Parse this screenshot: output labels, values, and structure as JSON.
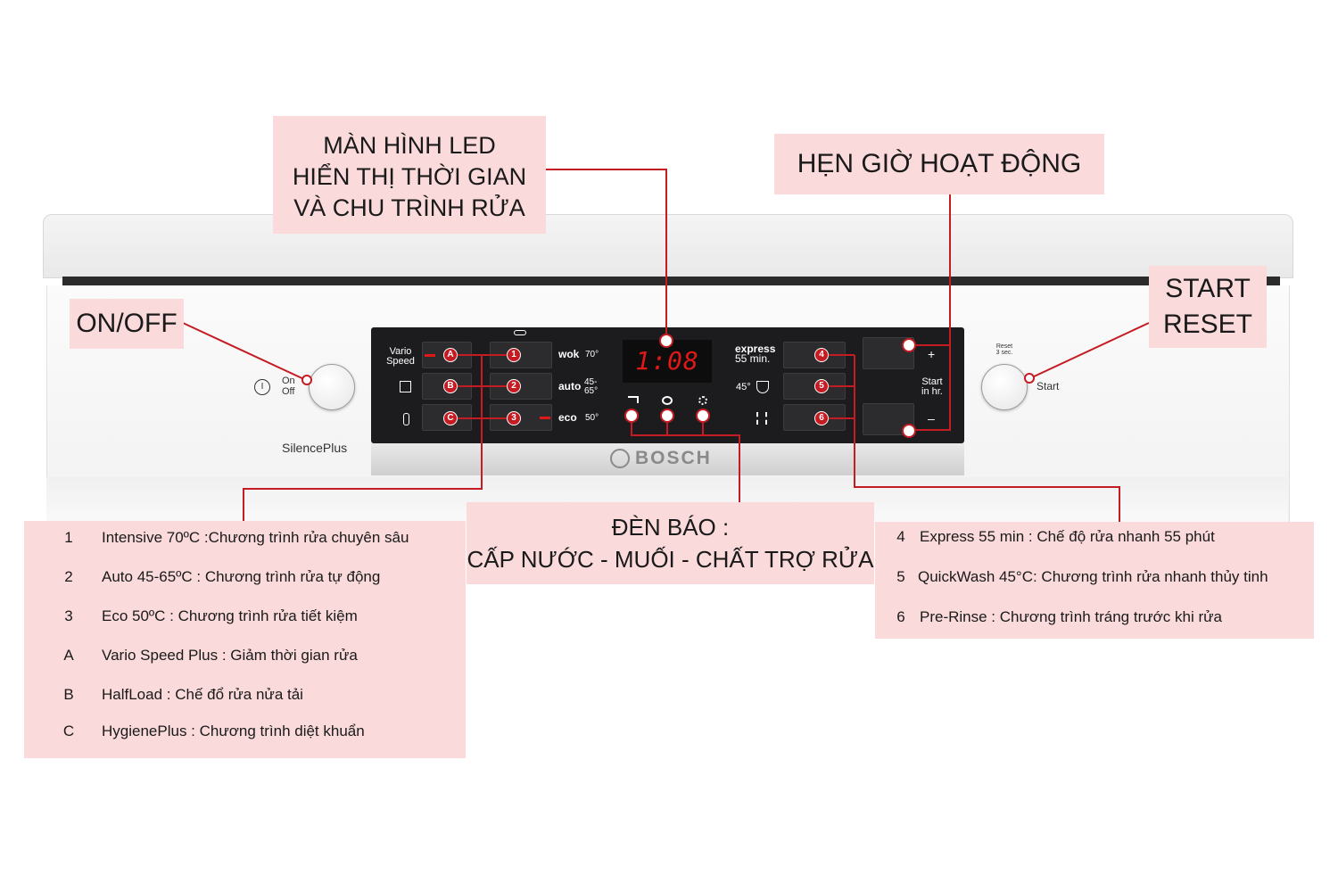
{
  "callouts": {
    "led_display": [
      "MÀN HÌNH LED",
      "HIỂN THỊ THỜI GIAN",
      "VÀ CHU TRÌNH RỬA"
    ],
    "timer": "HẸN GIỜ HOẠT ĐỘNG",
    "on_off": "ON/OFF",
    "start_reset": [
      "START",
      "RESET"
    ],
    "indicators": [
      "ĐÈN BÁO :",
      "CẤP NƯỚC - MUỐI - CHẤT TRỢ RỬA"
    ]
  },
  "left_legend": [
    {
      "key": "1",
      "text": "Intensive 70ºC :Chương trình rửa chuyên sâu"
    },
    {
      "key": "2",
      "text": "Auto 45-65ºC : Chương trình rửa tự động"
    },
    {
      "key": "3",
      "text": "Eco 50ºC : Chương trình rửa tiết kiệm"
    },
    {
      "key": "A",
      "text": "Vario Speed Plus : Giảm thời gian rửa"
    },
    {
      "key": "B",
      "text": "HalfLoad : Chế đổ rửa nửa tải"
    },
    {
      "key": "C",
      "text": "HygienePlus : Chương trình diệt khuẩn"
    }
  ],
  "right_legend": [
    {
      "key": "4",
      "text": "Express 55 min : Chế độ rửa nhanh 55 phút"
    },
    {
      "key": "5",
      "text": "QuickWash 45°C: Chương trình rửa nhanh thủy tinh"
    },
    {
      "key": "6",
      "text": "Pre-Rinse : Chương trình tráng trước khi rửa"
    }
  ],
  "panel": {
    "vario_speed": [
      "Vario",
      "Speed"
    ],
    "led_value": "1:08",
    "programs_left": [
      {
        "badge": "1",
        "name": "wok",
        "temp": "70°"
      },
      {
        "badge": "2",
        "name": "auto",
        "temp": "45-65°"
      },
      {
        "badge": "3",
        "name": "eco",
        "temp": "50°"
      }
    ],
    "option_badges": [
      "A",
      "B",
      "C"
    ],
    "programs_right_badges": [
      "4",
      "5",
      "6"
    ],
    "express_label": [
      "express",
      "55 min."
    ],
    "quick_label": "45°",
    "plus": "+",
    "minus": "–",
    "start_in": [
      "Start",
      "in hr."
    ]
  },
  "machine": {
    "on_label": "On",
    "off_label": "Off",
    "power_symbol": "I",
    "model": "SilencePlus",
    "brand": "BOSCH",
    "reset_label": [
      "Reset",
      "3 sec."
    ],
    "start_label": "Start"
  },
  "colors": {
    "callout_bg": "#fadadb",
    "leader_line": "#c41c22",
    "panel_bg": "#1c1c1e",
    "led_digits": "#e01818"
  }
}
